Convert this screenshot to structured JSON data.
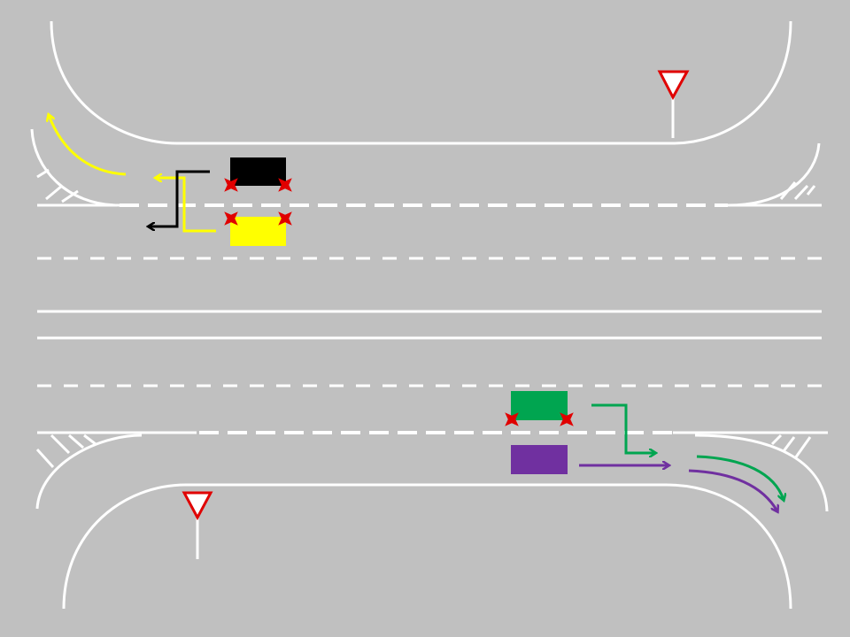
{
  "background_color": "#c0c0c0",
  "road_marking_color": "#ffffff",
  "yield_sign": {
    "border_color": "#e00000",
    "fill_color": "#ffffff",
    "icon": "yield-triangle-icon"
  },
  "collision_marker": {
    "color": "#e00000",
    "icon": "red-star-icon"
  },
  "vehicles": [
    {
      "name": "black-car",
      "color": "#000000"
    },
    {
      "name": "yellow-car",
      "color": "#ffff00"
    },
    {
      "name": "green-car",
      "color": "#00a550"
    },
    {
      "name": "purple-car",
      "color": "#7030a0"
    }
  ],
  "paths": [
    {
      "name": "yellow-path",
      "color": "#ffff00"
    },
    {
      "name": "black-path",
      "color": "#000000"
    },
    {
      "name": "green-path",
      "color": "#00a550"
    },
    {
      "name": "purple-path",
      "color": "#7030a0"
    }
  ]
}
